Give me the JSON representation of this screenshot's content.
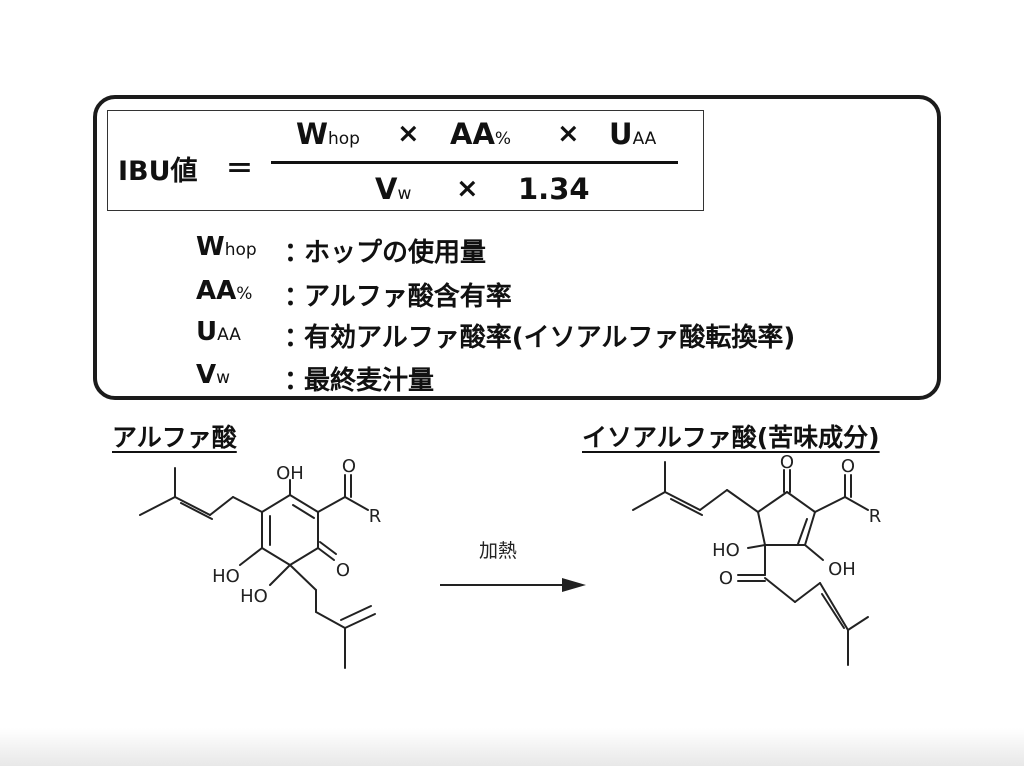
{
  "formula": {
    "lhs": "IBU値",
    "equals": "＝",
    "numerator": [
      {
        "main": "W",
        "sub": "hop"
      },
      {
        "op": "×"
      },
      {
        "main": "AA",
        "sub": "%"
      },
      {
        "op": "×"
      },
      {
        "main": "U",
        "sub": "AA"
      }
    ],
    "denominator": [
      {
        "main": "V",
        "sub": "w"
      },
      {
        "op": "×"
      },
      {
        "main": "1.34"
      }
    ]
  },
  "definitions": [
    {
      "var": "W",
      "sub": "hop",
      "colon": "：",
      "text": "ホップの使用量"
    },
    {
      "var": "AA",
      "sub": "%",
      "colon": "：",
      "text": "アルファ酸含有率"
    },
    {
      "var": "U",
      "sub": "AA",
      "colon": "：",
      "text": "有効アルファ酸率(イソアルファ酸転換率)"
    },
    {
      "var": "V",
      "sub": "w",
      "colon": "：",
      "text": "最終麦汁量"
    }
  ],
  "headings": {
    "left": "アルファ酸",
    "right": "イソアルファ酸(苦味成分)"
  },
  "reaction": {
    "arrow_label": "加熱"
  },
  "alpha_labels": {
    "oh_top": "OH",
    "o_ketone": "O",
    "r": "R",
    "ho_left": "HO",
    "ho_lower": "HO",
    "o_ring": "O"
  },
  "iso_labels": {
    "o_top": "O",
    "o_ketone": "O",
    "r": "R",
    "ho_left": "HO",
    "oh_right": "OH",
    "o_side": "O"
  }
}
